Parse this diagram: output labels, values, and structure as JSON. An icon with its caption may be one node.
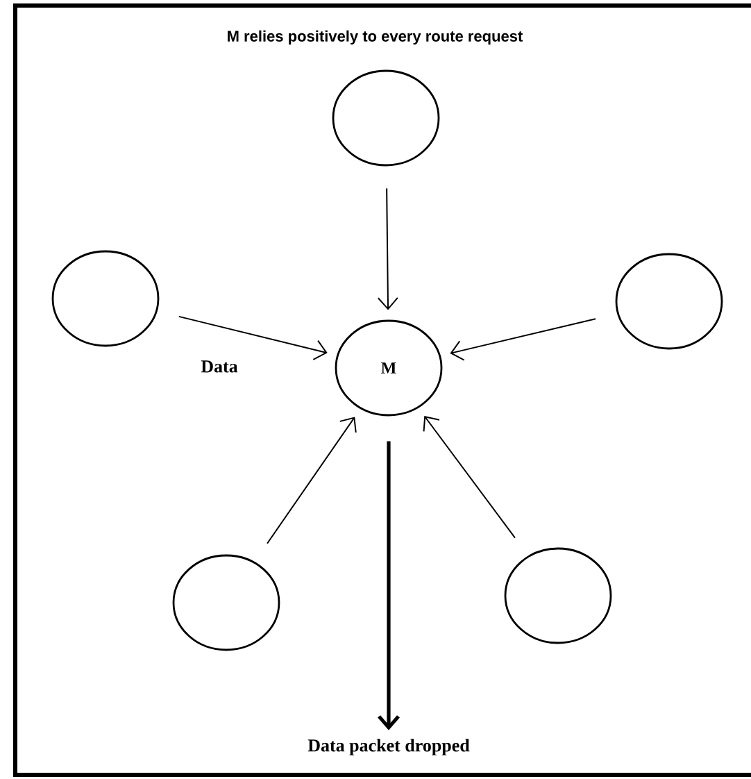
{
  "diagram": {
    "title": "M relies positively to every route request",
    "nodes": [
      {
        "text": [
          "M"
        ]
      },
      {
        "text": [],
        "shape": "circle"
      },
      {
        "text": [],
        "shape": "circle"
      },
      {
        "text": [],
        "shape": "circle"
      },
      {
        "text": [],
        "shape": "circle"
      },
      {
        "text": [],
        "shape": "circle"
      },
      {
        "text": [
          "Data packet dropped"
        ]
      }
    ],
    "edges": [
      {
        "from": 1,
        "to": 0,
        "arrow": "to"
      },
      {
        "from": 2,
        "to": 0,
        "arrow": "to",
        "label": "Data"
      },
      {
        "from": 3,
        "to": 0,
        "arrow": "to"
      },
      {
        "from": 4,
        "to": 0,
        "arrow": "to"
      },
      {
        "from": 5,
        "to": 0,
        "arrow": "to"
      },
      {
        "from": 0,
        "to": 6,
        "arrow": "to",
        "style": "thick"
      }
    ]
  }
}
